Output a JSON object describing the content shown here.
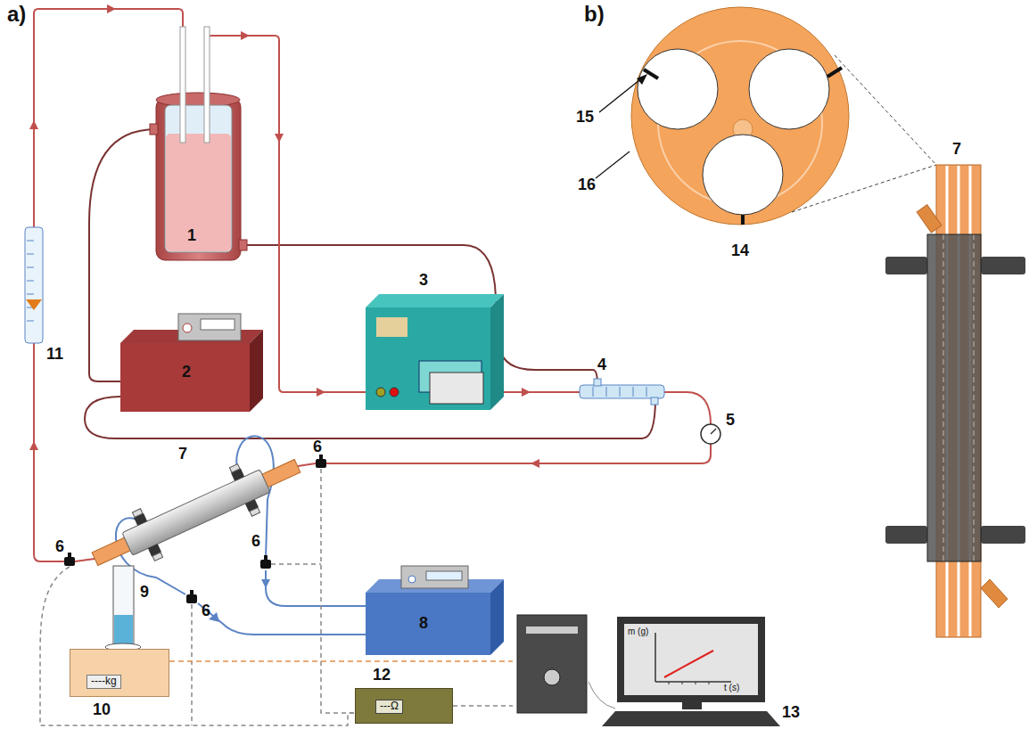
{
  "diagram": {
    "nodes": [
      {
        "text": [
          "----kg"
        ]
      },
      {
        "text": [
          "---Ω"
        ]
      },
      {
        "text": [
          "13"
        ]
      },
      {
        "text": [
          "m (g)",
          "t (s)"
        ],
        "in": 2
      }
    ],
    "edges": [
      {
        "from": 0,
        "to": 2,
        "arrow": "none"
      },
      {
        "from": 1,
        "to": 2,
        "arrow": "none"
      }
    ],
    "labels": [
      "a)",
      "b)",
      "1",
      "2",
      "3",
      "4",
      "5",
      "6",
      "7",
      "6",
      "6",
      "6",
      "8",
      "9",
      "10",
      "11",
      "12",
      "16",
      "15",
      "14",
      "7"
    ]
  }
}
